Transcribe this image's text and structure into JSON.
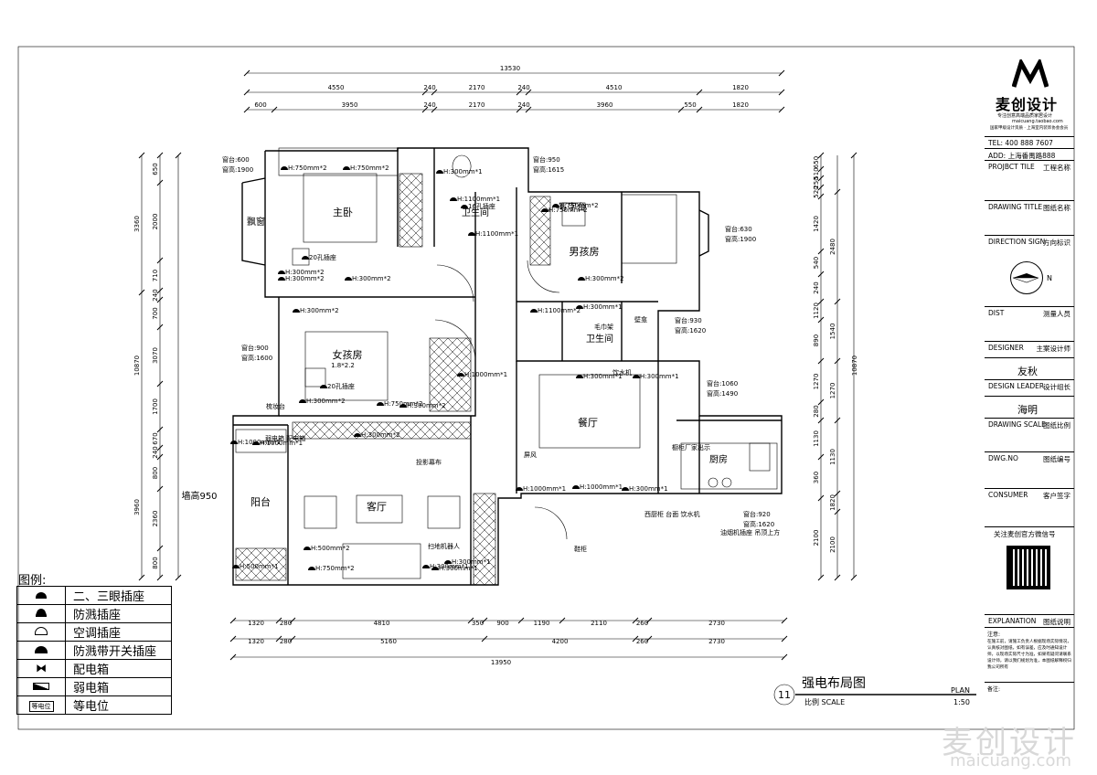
{
  "overall_dims": {
    "top_total": "13530",
    "bottom_total": "13950",
    "left_total": "10870",
    "right_total": "10870"
  },
  "top_row1": [
    "4550",
    "240",
    "2170",
    "240",
    "4510",
    "1820"
  ],
  "top_row2": [
    "600",
    "3950",
    "240",
    "2170",
    "240",
    "3960",
    "550",
    "1820"
  ],
  "bottom_row1": [
    "1320",
    "280",
    "4810",
    "350",
    "900",
    "1190",
    "2110",
    "260",
    "2730"
  ],
  "bottom_row2": [
    "1320",
    "280",
    "5160",
    "4200",
    "260",
    "2730"
  ],
  "left_dims_outer": [
    "3360",
    "10870",
    "3960"
  ],
  "left_dims_inner": [
    "650",
    "2000",
    "710",
    "240",
    "700",
    "3070",
    "1700",
    "670",
    "240",
    "800",
    "2360",
    "800"
  ],
  "right_dims_outer": [
    "2480",
    "1540",
    "1270",
    "1130",
    "1820",
    "2100"
  ],
  "right_dims_inner": [
    "650",
    "510",
    "250",
    "520",
    "1420",
    "540",
    "240",
    "1120",
    "890",
    "1270",
    "280",
    "1130",
    "360",
    "2100"
  ],
  "rooms": {
    "master": "主卧",
    "bay": "飘窗",
    "bath1": "卫生间",
    "study": "写字台",
    "boy": "男孩房",
    "girl": "女孩房",
    "bath2": "卫生间",
    "dining": "餐厅",
    "kitchen": "厨房",
    "balcony": "阳台",
    "living": "客厅",
    "wall_height": "墙高950"
  },
  "sill_notes": [
    {
      "a": "窗台:600",
      "b": "窗高:1900"
    },
    {
      "a": "窗台:950",
      "b": "窗高:1615"
    },
    {
      "a": "窗台:630",
      "b": "窗高:1900"
    },
    {
      "a": "窗台:930",
      "b": "窗高:1620"
    },
    {
      "a": "窗台:900",
      "b": "窗高:1600"
    },
    {
      "a": "窗台:1060",
      "b": "窗高:1490"
    },
    {
      "a": "窗台:920",
      "b": "窗高:1620"
    }
  ],
  "socket_labels": [
    "H:750mm*2",
    "H:750mm*2",
    "H:300mm*1",
    "H:1100mm*1",
    "16孔插座",
    "H:1100mm*1",
    "20孔插座",
    "H:750mm*2",
    "H:300mm*2",
    "H:300mm*2",
    "H:300mm*2",
    "H:300mm*2",
    "20孔插座",
    "H:300mm*2",
    "H:300mm*2",
    "H:300mm*2",
    "H:1100mm*2",
    "H:300mm*2",
    "H:300mm*1",
    "H:1000mm*1",
    "H:300mm*1",
    "H:300mm*1",
    "H:1000mm*1",
    "H:1000mm*1",
    "H:1000mm*1",
    "H:300mm*1",
    "H:500mm*1",
    "H:750mm*2",
    "H:300mm*1",
    "H:300mm*1",
    "H:1000mm*1",
    "H:750mm*2",
    "H:750mm*2",
    "H:300mm*1",
    "H:500mm*2"
  ],
  "misc_labels": {
    "dressing": "梳妆台",
    "projector": "投影幕布",
    "screen": "屏风",
    "water": "饮水机",
    "wine": "西厨柜 台面 饮水机",
    "range": "油烟机插座 吊顶上方",
    "fridge": "橱柜厂家出示",
    "shoe": "鞋柜",
    "sweeper": "扫地机器人",
    "hood": "壁龛",
    "towel": "毛巾架",
    "meter": "弱电箱 配电箱",
    "kids_bed": "1.8*2.2"
  },
  "legend": {
    "title": "图例:",
    "items": [
      {
        "label": "二、三眼插座",
        "icon": "dual-socket-icon"
      },
      {
        "label": "防溅插座",
        "icon": "splash-socket-icon"
      },
      {
        "label": "空调插座",
        "icon": "ac-socket-icon"
      },
      {
        "label": "防溅带开关插座",
        "icon": "switched-splash-socket-icon"
      },
      {
        "label": "配电箱",
        "icon": "distribution-box-icon"
      },
      {
        "label": "弱电箱",
        "icon": "weak-box-icon"
      },
      {
        "label": "等电位",
        "icon": "equipotential-icon",
        "icon_text": "等电位"
      }
    ]
  },
  "title_block_plan": {
    "number": "11",
    "name": "强电布局图",
    "plan": "PLAN",
    "scale_label": "比例 SCALE",
    "scale": "1:50"
  },
  "title_block": {
    "brand": "麦创设计",
    "tagline1": "专注创意高端品质家居设计",
    "tagline2": "maicuang.taobao.com",
    "tagline3": "国家甲级设计资质 · 上海室内装饰协会会员",
    "tel": "TEL: 400 888 7607",
    "add": "ADD: 上海番禺路888",
    "rows": [
      {
        "en": "PROJBCT TILE",
        "cn": "工程名称"
      },
      {
        "en": "DRAWING TITLE",
        "cn": "图纸名称"
      },
      {
        "en": "DIRECTION SIGN",
        "cn": "方向标识"
      },
      {
        "en": "DIST",
        "cn": "测量人员"
      },
      {
        "en": "DESIGNER",
        "cn": "主案设计师"
      },
      {
        "en": "",
        "cn": "友秋"
      },
      {
        "en": "DESIGN LEADER",
        "cn": "设计组长"
      },
      {
        "en": "",
        "cn": "海明"
      },
      {
        "en": "DRAWING SCALE",
        "cn": "图纸比例"
      },
      {
        "en": "DWG.NO",
        "cn": "图纸编号"
      },
      {
        "en": "CONSUMER",
        "cn": "客户签字"
      },
      {
        "en": "",
        "cn": "关注麦创官方微信号"
      },
      {
        "en": "EXPLANATION",
        "cn": "图纸说明"
      }
    ],
    "north": "N",
    "notes_title": "注意:",
    "notes": "在施工前，请施工负责人根据现场实际情况，认真核对图纸，如有误差，应及时通知设计师，以现场实际尺寸为准，如果有疑问请联系设计师，请以我们规划为准，本图纸解释权归我公司所有",
    "remark": "备注:"
  },
  "watermark": {
    "cn": "麦创设计",
    "en": "maicuang.com"
  }
}
